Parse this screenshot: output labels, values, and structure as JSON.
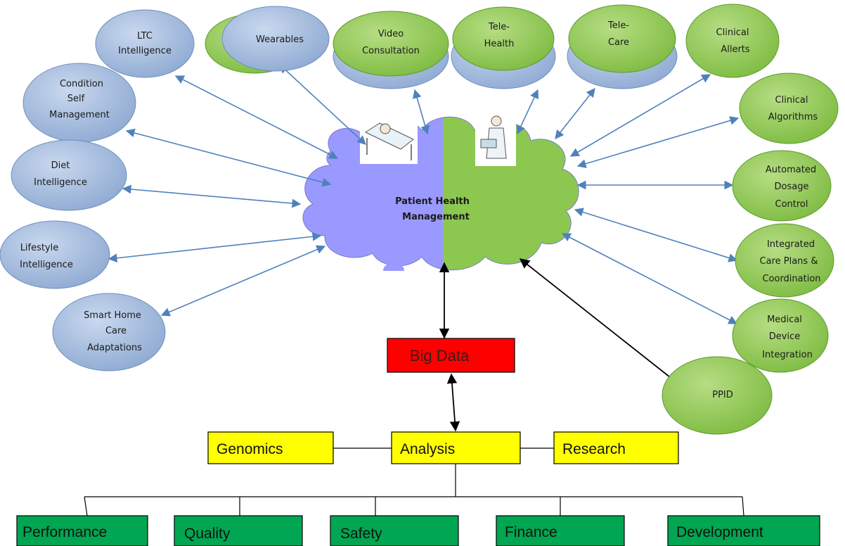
{
  "cloud": {
    "line1": "Patient  Health",
    "line2": "Management"
  },
  "left_nodes": [
    {
      "lines": [
        "LTC",
        "Intelligence"
      ]
    },
    {
      "lines": [
        "Condition",
        "Self",
        "Management"
      ]
    },
    {
      "lines": [
        "Diet",
        "Intelligence"
      ]
    },
    {
      "lines": [
        "Lifestyle",
        "Intelligence"
      ]
    },
    {
      "lines": [
        "Smart  Home",
        "Care",
        "Adaptations"
      ]
    }
  ],
  "top_nodes": [
    {
      "lines": [
        "Wearables"
      ]
    },
    {
      "lines": [
        "Video",
        "Consultation"
      ]
    },
    {
      "lines": [
        "Tele-",
        "Health"
      ]
    },
    {
      "lines": [
        "Tele-",
        "Care"
      ]
    },
    {
      "lines": [
        "Clinical",
        "Allerts"
      ]
    }
  ],
  "right_nodes": [
    {
      "lines": [
        "Clinical",
        "Algorithms"
      ]
    },
    {
      "lines": [
        "Automated",
        "Dosage",
        "Control"
      ]
    },
    {
      "lines": [
        "Integrated",
        "Care Plans &",
        "Coordination"
      ]
    },
    {
      "lines": [
        "Medical",
        "Device",
        "Integration"
      ]
    },
    {
      "lines": [
        "PPID"
      ]
    }
  ],
  "big_data": {
    "label": "Big Data"
  },
  "analysis_row": {
    "left": "Genomics",
    "center": "Analysis",
    "right": "Research"
  },
  "outputs": [
    "Performance",
    "Quality",
    "Safety",
    "Finance",
    "Development"
  ],
  "colors": {
    "blue_node": "#9fb8dc",
    "blue_node_dark": "#6f8fbe",
    "green_node": "#8fc852",
    "green_node_dark": "#5e9a2e",
    "cloud_left": "#9999ff",
    "cloud_right": "#8cc850",
    "big_data": "#ff0000",
    "analysis": "#ffff00",
    "outputs": "#00a651",
    "arrow_blue": "#4f81bd",
    "arrow_black": "#000000"
  },
  "icons": {
    "patient": "patient-in-bed-icon",
    "nurse": "nurse-with-laptop-icon"
  }
}
